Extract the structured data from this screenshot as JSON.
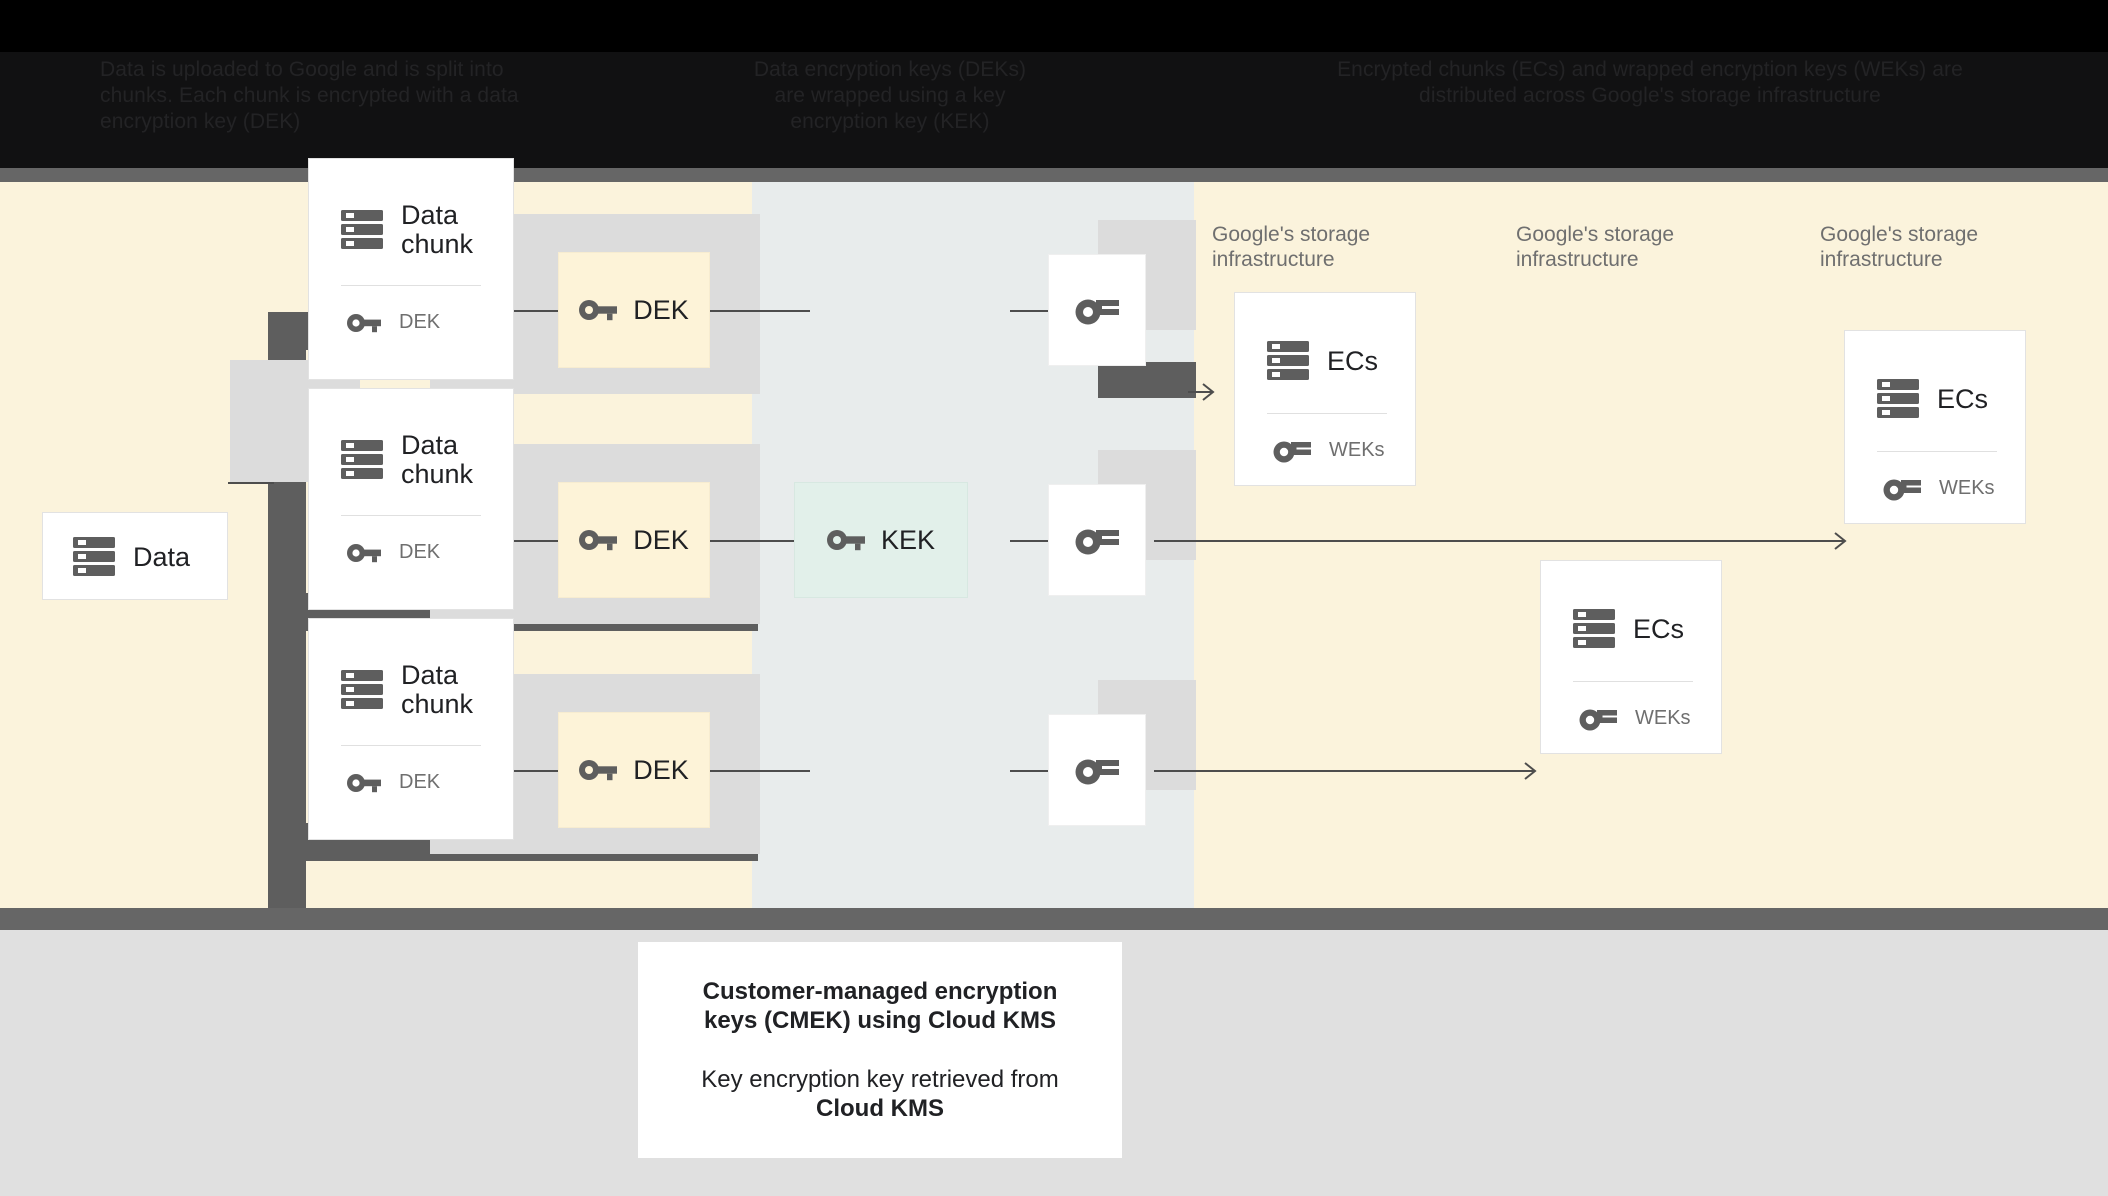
{
  "annotations": [
    {
      "id": "upload",
      "text": "Data is uploaded to Google and is split into chunks. Each chunk is encrypted with a data encryption key (DEK)"
    },
    {
      "id": "wrap",
      "text": "Data encryption keys (DEKs) are wrapped using a key encryption key (KEK)"
    },
    {
      "id": "store",
      "text": "Encrypted chunks (ECs) and wrapped encryption keys (WEKs) are distributed across Google's storage infrastructure"
    }
  ],
  "lanes": [
    {
      "label": "Google's storage infrastructure"
    },
    {
      "label": "Google's storage infrastructure"
    },
    {
      "label": "Google's storage infrastructure"
    }
  ],
  "nodes": {
    "data": {
      "title": "Data",
      "icon": "database-icon"
    },
    "chunks": [
      {
        "title": "Data chunk",
        "key_label": "DEK",
        "icon": "database-icon",
        "key_icon": "key-icon"
      },
      {
        "title": "Data chunk",
        "key_label": "DEK",
        "icon": "database-icon",
        "key_icon": "key-icon"
      },
      {
        "title": "Data chunk",
        "key_label": "DEK",
        "icon": "database-icon",
        "key_icon": "key-icon"
      }
    ],
    "deks": [
      {
        "label": "DEK",
        "icon": "key-icon"
      },
      {
        "label": "DEK",
        "icon": "key-icon"
      },
      {
        "label": "DEK",
        "icon": "key-icon"
      }
    ],
    "kek": {
      "label": "KEK",
      "icon": "key-icon"
    },
    "weks": [
      {
        "icon": "key-icon"
      },
      {
        "icon": "key-icon"
      },
      {
        "icon": "key-icon"
      }
    ],
    "ecs": [
      {
        "title": "ECs",
        "key_label": "WEKs",
        "icon": "database-icon",
        "key_icon": "key-icon"
      },
      {
        "title": "ECs",
        "key_label": "WEKs",
        "icon": "database-icon",
        "key_icon": "key-icon"
      },
      {
        "title": "ECs",
        "key_label": "WEKs",
        "icon": "database-icon",
        "key_icon": "key-icon"
      }
    ]
  },
  "caption": {
    "line1": "Customer-managed encryption keys (CMEK) using Cloud KMS",
    "line2_prefix": "Key encryption key retrieved from ",
    "line2_strong": "Cloud KMS"
  },
  "colors": {
    "canvas_cream": "#fbf3dc",
    "band_blue": "#e8ecec",
    "connector_dark": "#5e5e5e",
    "key_yellow": "#fdf3d8",
    "kek_green": "#e2f0ea",
    "shadow_grey": "#dcdcdc",
    "bottom_grey": "#e0e0e0"
  }
}
